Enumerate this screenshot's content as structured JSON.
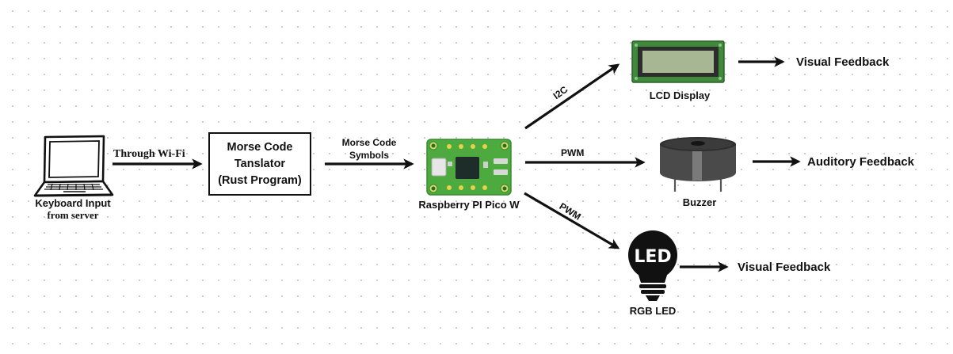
{
  "input": {
    "line1": "Keyboard Input",
    "line2": "from server"
  },
  "edges": {
    "wifi": "Through Wi-Fi",
    "morse_line1": "Morse Code",
    "morse_line2": "Symbols",
    "i2c": "I2C",
    "pwm_buzzer": "PWM",
    "pwm_led": "PWM"
  },
  "translator": {
    "line1": "Morse Code",
    "line2": "Tanslator",
    "line3": "(Rust Program)"
  },
  "pico": {
    "label": "Raspberry PI Pico W"
  },
  "lcd": {
    "label": "LCD Display",
    "feedback": "Visual Feedback"
  },
  "buzzer": {
    "label": "Buzzer",
    "feedback": "Auditory Feedback"
  },
  "led": {
    "icon_text": "LED",
    "label": "RGB LED",
    "feedback": "Visual Feedback"
  },
  "colors": {
    "pcb_green": "#4caa3e",
    "lcd_frame": "#3f8a3a",
    "lcd_screen": "#a7b693",
    "buzzer_body": "#4a4a4a",
    "line": "#111111"
  }
}
